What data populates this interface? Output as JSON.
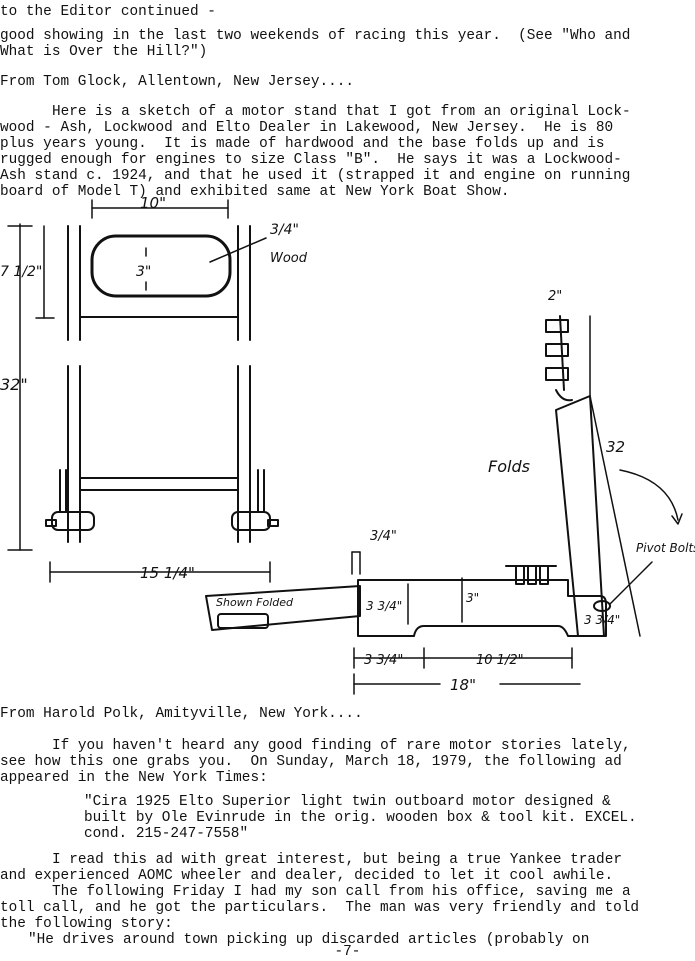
{
  "header": "to the Editor continued -",
  "para1": [
    "good showing in the last two weekends of racing this year.  (See \"Who and",
    "What is Over the Hill?\")"
  ],
  "from1": "From Tom Glock, Allentown, New Jersey....",
  "para2": [
    "Here is a sketch of a motor stand that I got from an original Lock-",
    "wood - Ash, Lockwood and Elto Dealer in Lakewood, New Jersey.  He is 80",
    "plus years young.  It is made of hardwood and the base folds up and is",
    "rugged enough for engines to size Class \"B\".  He says it was a Lockwood-",
    "Ash stand c. 1924, and that he used it (strapped it and engine on running",
    "board of Model T) and exhibited same at New York Boat Show."
  ],
  "sketch_labels": {
    "top_width": "10\"",
    "slot_height": "3\"",
    "wood_thickness": "3/4\"",
    "wood": "Wood",
    "upper_height": "7 1/2\"",
    "total_height": "32\"",
    "base_width": "15 1/4\"",
    "post_width": "2\"",
    "folds": "Folds",
    "post_length": "32",
    "pivot_bolts": "Pivot Bolts",
    "base_thickness": "3/4\"",
    "shown_folded": "Shown Folded",
    "base_depth_1": "3 3/4\"",
    "base_depth_2": "3\"",
    "end_width": "3 3/4\"",
    "seg_left": "3 3/4\"",
    "seg_mid": "10 1/2\"",
    "overall_length": "18\""
  },
  "from2": "From Harold Polk, Amityville, New York....",
  "para3": [
    "If you haven't heard any good finding of rare motor stories lately,",
    "see how this one grabs you.  On Sunday, March 18, 1979, the following ad",
    "appeared in the New York Times:"
  ],
  "ad": [
    "\"Cira 1925 Elto Superior light twin outboard motor designed &",
    "built by Ole Evinrude in the orig. wooden box & tool kit. EXCEL.",
    "cond. 215-247-7558\""
  ],
  "para4": [
    "I read this ad with great interest, but being a true Yankee trader",
    "and experienced AOMC wheeler and dealer, decided to let it cool awhile."
  ],
  "para5": [
    "The following Friday I had my son call from his office, saving me a",
    "toll call, and he got the particulars.  The man was very friendly and told",
    "the following story:"
  ],
  "quote_start": "\"He drives around town picking up discarded articles (probably on",
  "page_number": "-7-"
}
